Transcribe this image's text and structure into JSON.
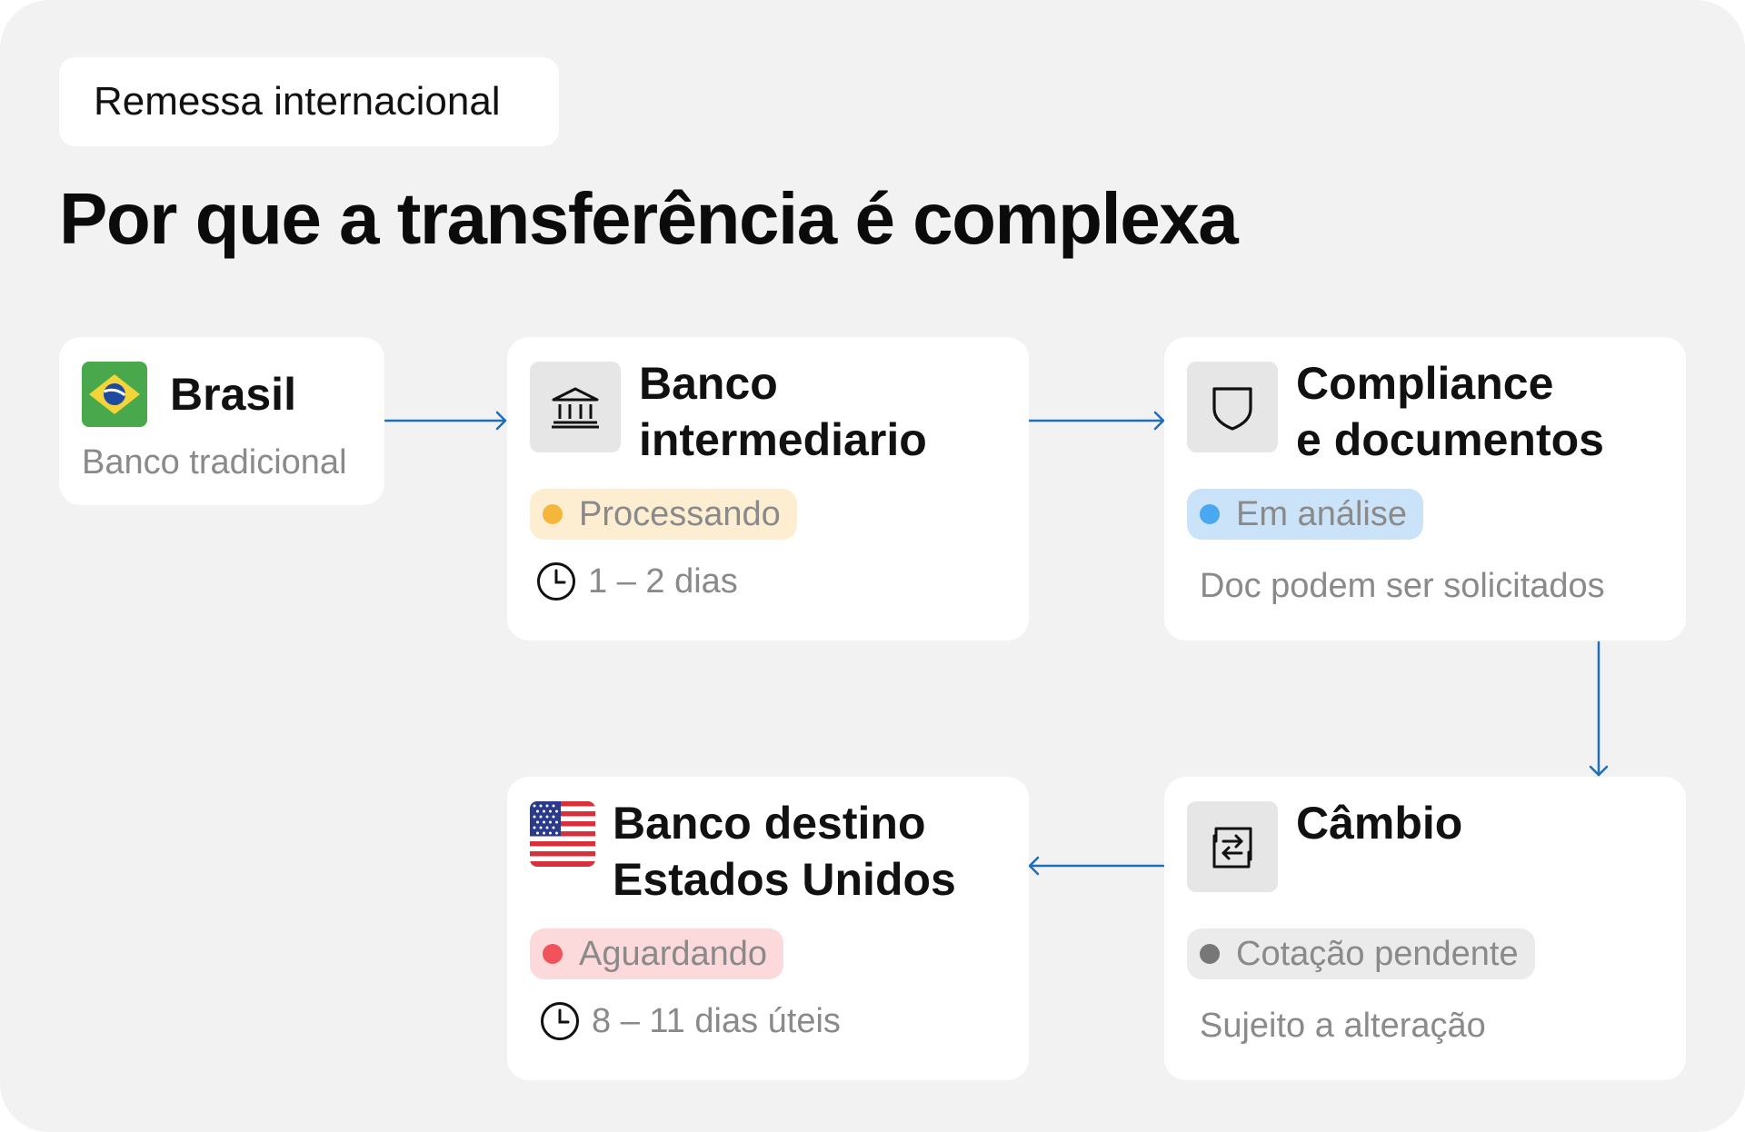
{
  "tag": {
    "label": "Remessa internacional"
  },
  "title": "Por que a transferência é complexa",
  "nodes": {
    "brasil": {
      "title": "Brasil",
      "subtitle": "Banco tradicional",
      "icon": "brazil-flag"
    },
    "banco_intermediario": {
      "title_line1": "Banco",
      "title_line2": "intermediario",
      "icon": "bank-icon",
      "status": {
        "label": "Processando",
        "color": "#f5b73b",
        "bg": "#fdeed2"
      },
      "duration": "1 – 2 dias"
    },
    "compliance": {
      "title_line1": "Compliance",
      "title_line2": "e documentos",
      "icon": "shield-icon",
      "status": {
        "label": "Em análise",
        "color": "#4aa8f0",
        "bg": "#cbe3f8"
      },
      "note": "Doc podem ser solicitados"
    },
    "cambio": {
      "title": "Câmbio",
      "icon": "exchange-icon",
      "status": {
        "label": "Cotação pendente",
        "color": "#777777",
        "bg": "#ebebeb"
      },
      "note": "Sujeito a alteração"
    },
    "banco_destino": {
      "title_line1": "Banco destino",
      "title_line2": "Estados Unidos",
      "icon": "usa-flag",
      "status": {
        "label": "Aguardando",
        "color": "#f0535a",
        "bg": "#fcd9da"
      },
      "duration": "8 – 11 dias úteis"
    }
  },
  "colors": {
    "arrow": "#1f6fb8",
    "panel": "#f2f2f2",
    "card": "#ffffff"
  }
}
